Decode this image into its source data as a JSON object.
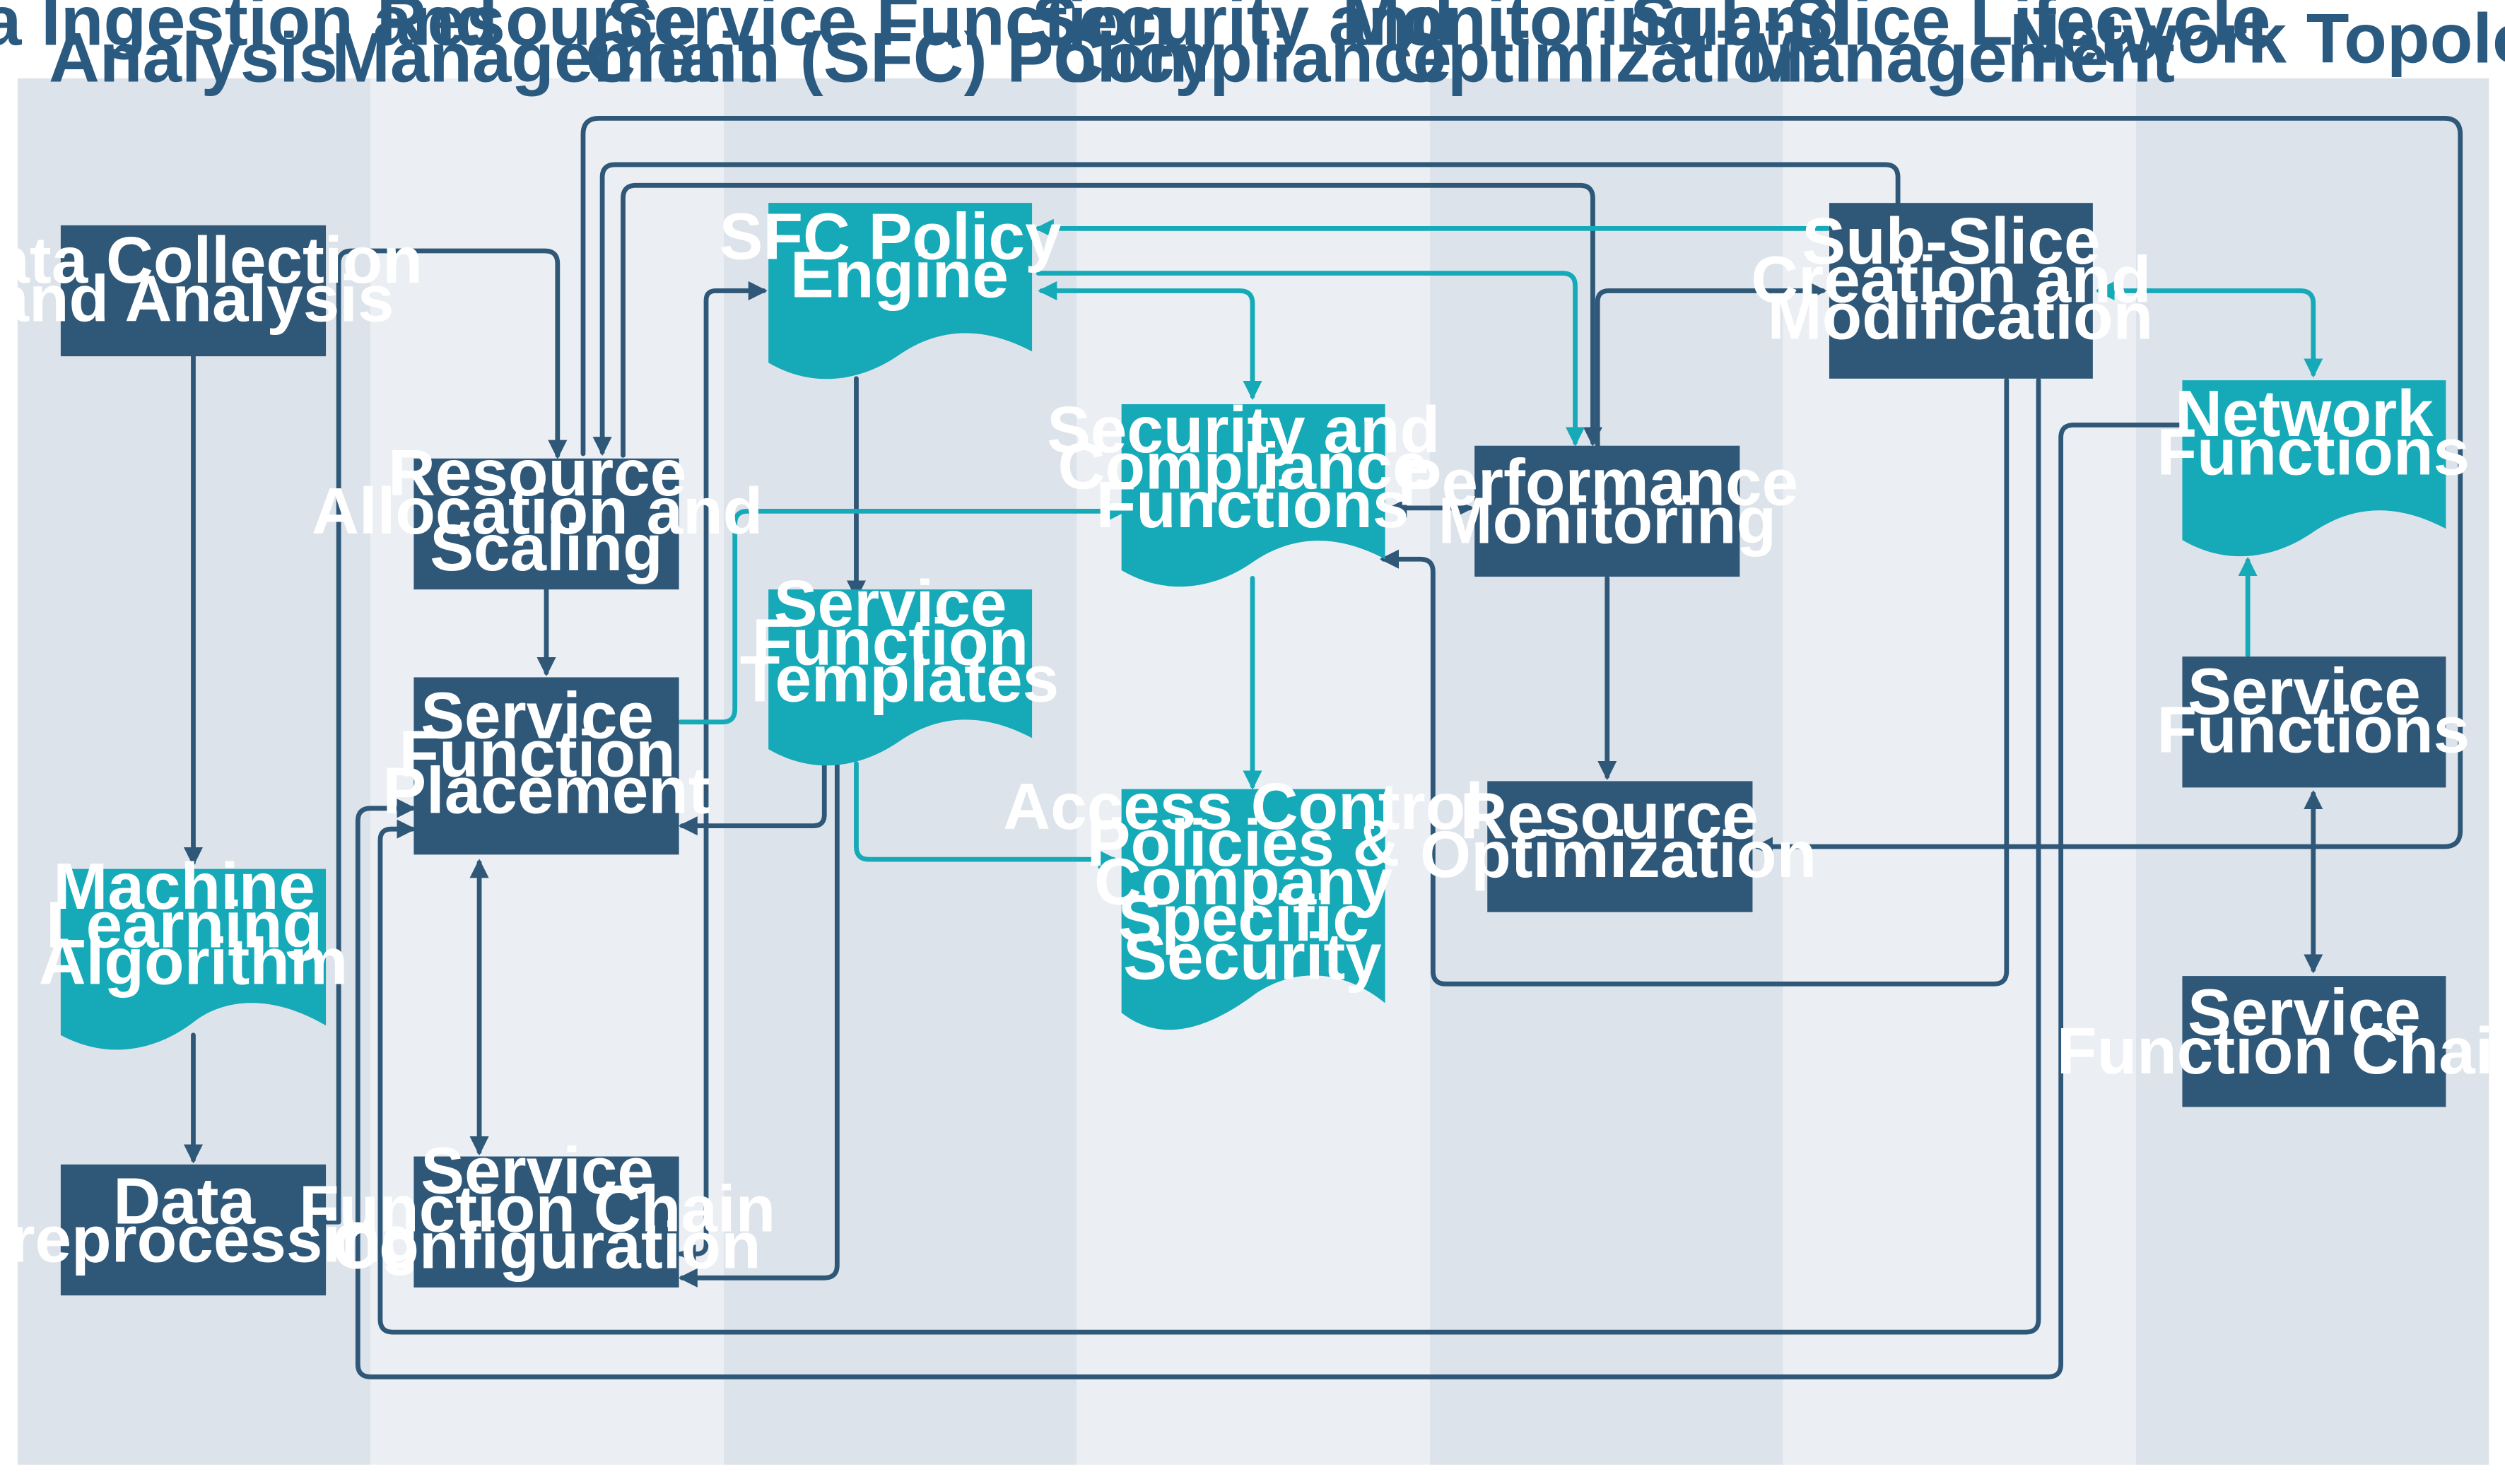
{
  "colors": {
    "dark_node": "#2f5778",
    "teal_node": "#16a9b8",
    "lane_dark": "#dde3ea",
    "lane_light": "#ebeff3",
    "title_text": "#2b5a80",
    "dark_connector": "#2f5778",
    "teal_connector": "#16a9b8"
  },
  "lanes": [
    {
      "id": "ingestion",
      "title": [
        "Data Ingestion and",
        "Analysis"
      ]
    },
    {
      "id": "resource",
      "title": [
        "Resource",
        "Management"
      ]
    },
    {
      "id": "sfc",
      "title": [
        "Service Function",
        "Chain (SFC) Policy"
      ]
    },
    {
      "id": "security",
      "title": [
        "Security and",
        "Compliance"
      ]
    },
    {
      "id": "monitoring",
      "title": [
        "Monitoring and",
        "Optimization"
      ]
    },
    {
      "id": "subslice",
      "title": [
        "Sub-Slice Lifecycle",
        "Management"
      ]
    },
    {
      "id": "topology",
      "title": [
        "Network Topology"
      ]
    }
  ],
  "nodes": {
    "data_collection": {
      "shape": "process",
      "lines": [
        "Data Collection",
        "and Analysis"
      ]
    },
    "ml_algorithm": {
      "shape": "document",
      "lines": [
        "Machine",
        "Learning",
        "Algorithm"
      ]
    },
    "data_preprocessing": {
      "shape": "process",
      "lines": [
        "Data",
        "Preprocessing"
      ]
    },
    "resource_allocation": {
      "shape": "process",
      "lines": [
        "Resource",
        "Allocation and",
        "Scaling"
      ]
    },
    "sf_placement": {
      "shape": "process",
      "lines": [
        "Service",
        "Function",
        "Placement"
      ]
    },
    "sfc_configuration": {
      "shape": "process",
      "lines": [
        "Service",
        "Function Chain",
        "Configuration"
      ]
    },
    "sfc_policy_engine": {
      "shape": "document",
      "lines": [
        "SFC Policy",
        "Engine"
      ]
    },
    "sf_templates": {
      "shape": "document",
      "lines": [
        "Service",
        "Function",
        "Templates"
      ]
    },
    "security_functions": {
      "shape": "document",
      "lines": [
        "Security and",
        "Compliance",
        "Functions"
      ]
    },
    "access_control": {
      "shape": "document",
      "lines": [
        "Access Control",
        "Policies &",
        "Company",
        "Specific",
        "Security"
      ]
    },
    "performance_monitoring": {
      "shape": "process",
      "lines": [
        "Performance",
        "Monitoring"
      ]
    },
    "resource_optimization": {
      "shape": "process",
      "lines": [
        "Resource",
        "Optimization"
      ]
    },
    "subslice_creation": {
      "shape": "process",
      "lines": [
        "Sub-Slice",
        "Creation and",
        "Modification"
      ]
    },
    "network_functions": {
      "shape": "document",
      "lines": [
        "Network",
        "Functions"
      ]
    },
    "service_functions": {
      "shape": "process",
      "lines": [
        "Service",
        "Functions"
      ]
    },
    "service_function_chains": {
      "shape": "process",
      "lines": [
        "Service",
        "Function Chains"
      ]
    }
  },
  "connectors": [
    {
      "from": "data_collection",
      "to": "ml_algorithm",
      "style": "dark"
    },
    {
      "from": "ml_algorithm",
      "to": "data_preprocessing",
      "style": "dark"
    },
    {
      "from": "data_preprocessing",
      "to": "resource_allocation",
      "style": "dark"
    },
    {
      "from": "resource_allocation",
      "to": "sf_placement",
      "style": "dark"
    },
    {
      "from": "sf_placement",
      "to": "sfc_configuration",
      "style": "dark",
      "bidirectional": true
    },
    {
      "from": "sfc_configuration",
      "to": "sfc_policy_engine",
      "style": "dark",
      "bidirectional": true
    },
    {
      "from": "sfc_policy_engine",
      "to": "sf_templates",
      "style": "dark"
    },
    {
      "from": "sf_templates",
      "to": "sf_placement",
      "style": "dark"
    },
    {
      "from": "sf_templates",
      "to": "sfc_configuration",
      "style": "dark"
    },
    {
      "from": "sf_templates",
      "to": "access_control",
      "style": "teal"
    },
    {
      "from": "sfc_policy_engine",
      "to": "security_functions",
      "style": "teal",
      "bidirectional": true
    },
    {
      "from": "sf_placement",
      "to": "security_functions",
      "style": "teal"
    },
    {
      "from": "security_functions",
      "to": "access_control",
      "style": "teal"
    },
    {
      "from": "security_functions",
      "to": "performance_monitoring",
      "style": "dark",
      "bidirectional": true
    },
    {
      "from": "sfc_policy_engine",
      "to": "performance_monitoring",
      "style": "teal"
    },
    {
      "from": "performance_monitoring",
      "to": "resource_optimization",
      "style": "dark"
    },
    {
      "from": "performance_monitoring",
      "to": "subslice_creation",
      "style": "dark"
    },
    {
      "from": "subslice_creation",
      "to": "sfc_policy_engine",
      "style": "teal"
    },
    {
      "from": "subslice_creation",
      "to": "network_functions",
      "style": "teal",
      "bidirectional": true
    },
    {
      "from": "subslice_creation",
      "to": "security_functions",
      "style": "dark"
    },
    {
      "from": "subslice_creation",
      "to": "sf_placement",
      "style": "dark"
    },
    {
      "from": "subslice_creation",
      "to": "resource_allocation",
      "style": "dark"
    },
    {
      "from": "resource_allocation",
      "to": "performance_monitoring",
      "style": "dark"
    },
    {
      "from": "network_functions",
      "to": "sf_placement",
      "style": "dark"
    },
    {
      "from": "service_functions",
      "to": "network_functions",
      "style": "teal"
    },
    {
      "from": "service_functions",
      "to": "service_function_chains",
      "style": "dark",
      "bidirectional": true
    },
    {
      "from": "resource_allocation",
      "to": "resource_optimization",
      "style": "dark"
    }
  ]
}
